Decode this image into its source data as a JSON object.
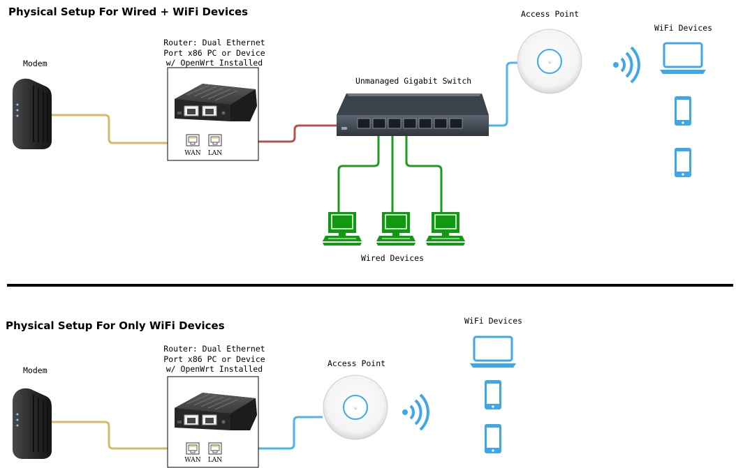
{
  "top": {
    "title": "Physical Setup For Wired + WiFi Devices",
    "modem_label": "Modem",
    "router_label": [
      "Router: Dual Ethernet",
      "Port x86 PC or Device",
      "w/ OpenWrt Installed"
    ],
    "wan_label": "WAN",
    "lan_label": "LAN",
    "switch_label": "Unmanaged Gigabit Switch",
    "access_point_label": "Access Point",
    "wifi_devices_label": "WiFi Devices",
    "wired_devices_label": "Wired Devices"
  },
  "bottom": {
    "title": "Physical Setup For Only WiFi Devices",
    "modem_label": "Modem",
    "router_label": [
      "Router: Dual Ethernet",
      "Port x86 PC or Device",
      "w/ OpenWrt Installed"
    ],
    "wan_label": "WAN",
    "lan_label": "LAN",
    "access_point_label": "Access Point",
    "wifi_devices_label": "WiFi Devices"
  },
  "colors": {
    "modem_cable": "#d8b863",
    "router_to_switch_cable": "#b5524a",
    "switch_to_wired_cable": "#1e9a1e",
    "ap_cable": "#4db3ef",
    "wifi_icon": "#3fa7e8",
    "wired_pc": "#119a11"
  }
}
